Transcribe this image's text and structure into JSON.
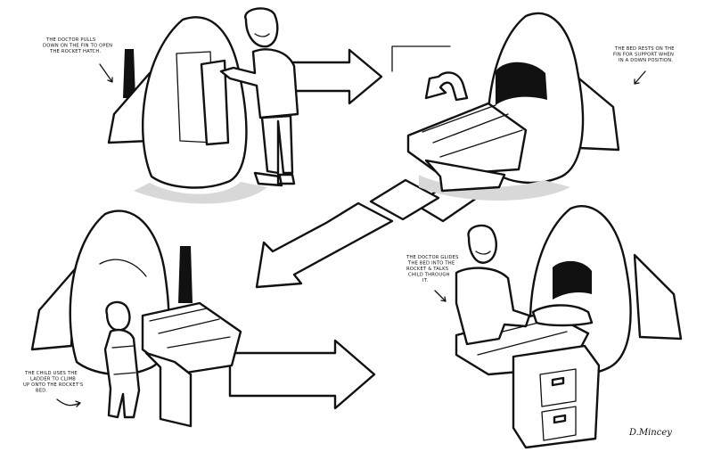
{
  "panels": {
    "top_left": {
      "caption": [
        "THE DOCTOR PULLS",
        "DOWN ON THE FIN TO OPEN",
        "THE ROCKET HATCH."
      ]
    },
    "top_right": {
      "caption": [
        "THE BED RESTS ON THE",
        "FIN FOR SUPPORT WHEN",
        "IN A DOWN POSITION."
      ]
    },
    "bottom_left": {
      "caption": [
        "THE CHILD USES THE",
        "LADDER TO CLIMB",
        "UP ONTO THE ROCKET'S",
        "BED."
      ]
    },
    "bottom_right": {
      "caption": [
        "THE DOCTOR GLIDES",
        "THE BED INTO THE",
        "ROCKET & TALKS",
        "CHILD THROUGH",
        "IT."
      ]
    }
  },
  "signature": "D.Mincey"
}
